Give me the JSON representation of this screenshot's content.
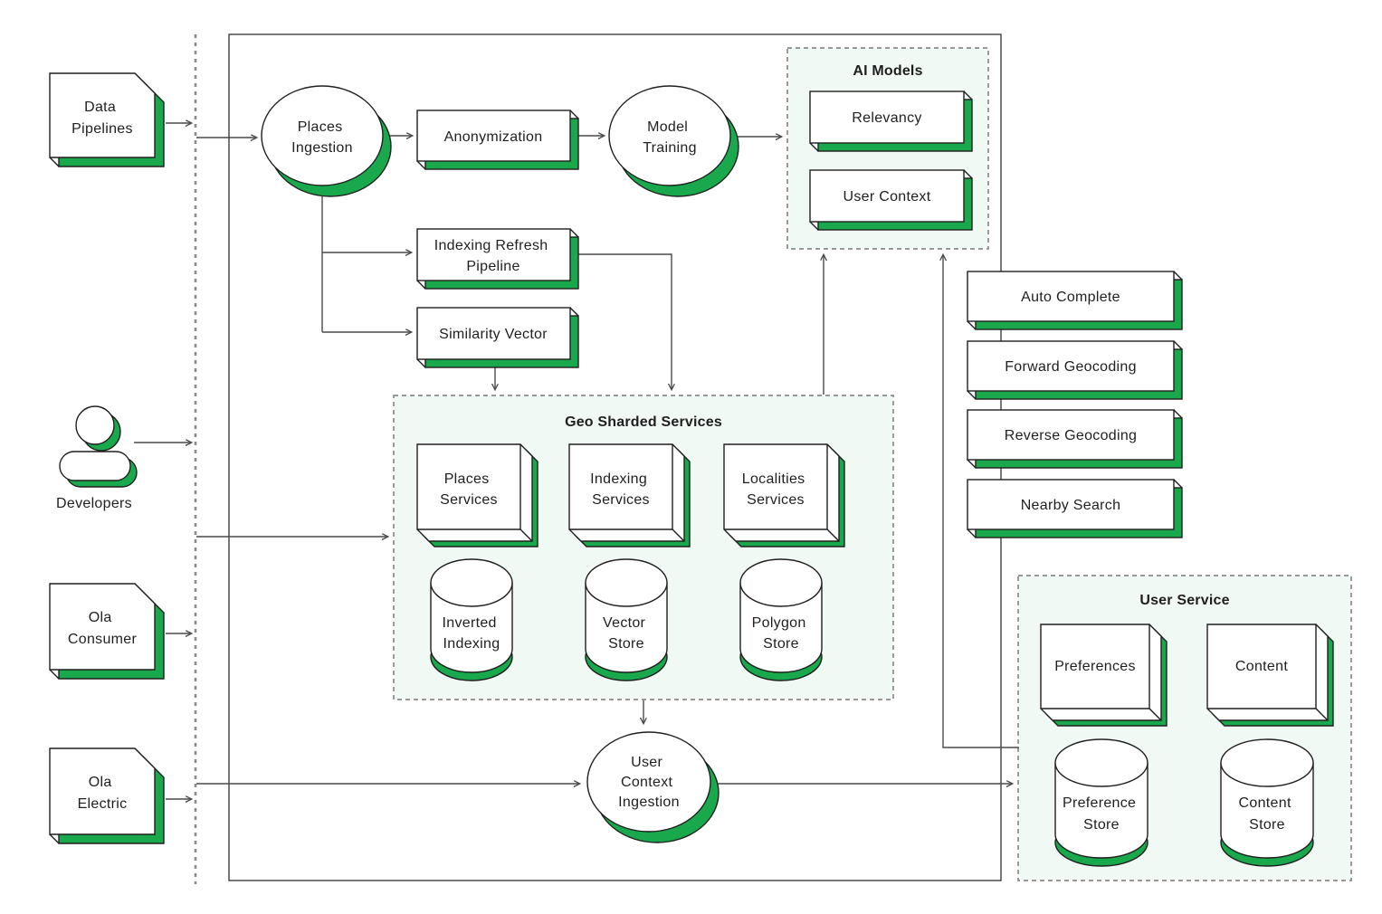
{
  "colors": {
    "green": "#1aa84c",
    "mint": "#f1f9f5",
    "line": "#4a4a4a",
    "border": "#1f1f1f",
    "dash": "#8a8a8a",
    "text": "#1f1f1f"
  },
  "external": {
    "data_pipelines": {
      "lines": [
        "Data",
        "Pipelines"
      ]
    },
    "developers": {
      "label": "Developers"
    },
    "ola_consumer": {
      "lines": [
        "Ola",
        "Consumer"
      ]
    },
    "ola_electric": {
      "lines": [
        "Ola",
        "Electric"
      ]
    }
  },
  "pipeline": {
    "places_ingestion": {
      "lines": [
        "Places",
        "Ingestion"
      ]
    },
    "anonymization": {
      "label": "Anonymization"
    },
    "model_training": {
      "lines": [
        "Model",
        "Training"
      ]
    },
    "indexing_refresh_pipeline": {
      "lines": [
        "Indexing Refresh",
        "Pipeline"
      ]
    },
    "similarity_vector": {
      "label": "Similarity Vector"
    },
    "user_context_ingestion": {
      "lines": [
        "User",
        "Context",
        "Ingestion"
      ]
    }
  },
  "ai_models": {
    "title": "AI Models",
    "items": [
      "Relevancy",
      "User Context"
    ]
  },
  "geo_sharded_services": {
    "title": "Geo Sharded Services",
    "services": [
      {
        "lines": [
          "Places",
          "Services"
        ]
      },
      {
        "lines": [
          "Indexing",
          "Services"
        ]
      },
      {
        "lines": [
          "Localities",
          "Services"
        ]
      }
    ],
    "stores": [
      {
        "lines": [
          "Inverted",
          "Indexing"
        ]
      },
      {
        "lines": [
          "Vector",
          "Store"
        ]
      },
      {
        "lines": [
          "Polygon",
          "Store"
        ]
      }
    ]
  },
  "public_apis": {
    "items": [
      "Auto Complete",
      "Forward Geocoding",
      "Reverse Geocoding",
      "Nearby Search"
    ]
  },
  "user_service": {
    "title": "User Service",
    "services": [
      {
        "label": "Preferences"
      },
      {
        "label": "Content"
      }
    ],
    "stores": [
      {
        "lines": [
          "Preference",
          "Store"
        ]
      },
      {
        "lines": [
          "Content",
          "Store"
        ]
      }
    ]
  }
}
